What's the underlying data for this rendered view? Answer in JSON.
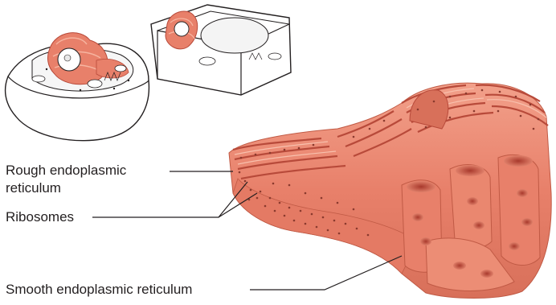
{
  "labels": {
    "rough_er_line1": "Rough endoplasmic",
    "rough_er_line2": "reticulum",
    "ribosomes": "Ribosomes",
    "smooth_er": "Smooth endoplasmic reticulum"
  },
  "colors": {
    "er_fill": "#e8806a",
    "er_dark": "#b84a3a",
    "er_light": "#f6b4a0",
    "outline": "#231f20",
    "leader_line": "#231f20"
  }
}
